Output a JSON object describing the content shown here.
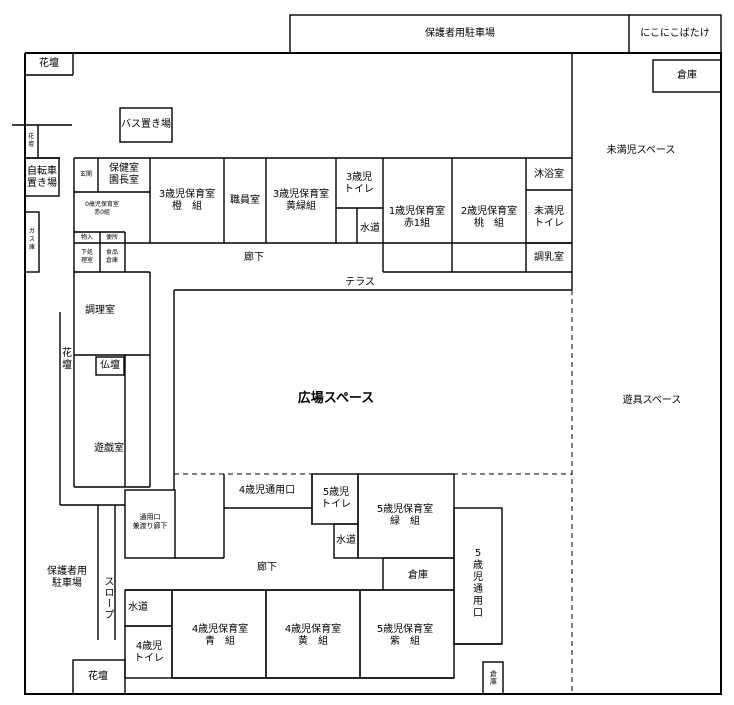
{
  "parking_top": "保護者用駐車場",
  "nursery_name": "にこにこばたけ",
  "rooms": {
    "flower_bed_top": "花壇",
    "storage_top_right": "倉庫",
    "bus_stop": "バス置き場",
    "flower_bed_left_small": "花\n壇",
    "bicycle": "自転車\n置き場",
    "entrance": "玄関",
    "health_room": "保健室\n園長室",
    "room_0": "0歳児保育室\n赤0組",
    "gas": "ガ\nス\n庫",
    "storage_small": "物入",
    "toilet_small": "便所",
    "storage_under": "下処\n理室",
    "food_storage": "食品\n倉庫",
    "room_3_orange": "3歳児保育室\n橙　組",
    "staff_room": "職員室",
    "room_3_green": "3歳児保育室\n黄緑組",
    "toilet_3": "3歳児\nトイレ",
    "water_3": "水道",
    "room_1": "1歳児保育室\n赤1組",
    "room_2": "2歳児保育室\n桃　組",
    "bath": "沐浴室",
    "toilet_under3": "未満児\nトイレ",
    "milk_room": "調乳室",
    "space_under3": "未満児スペース",
    "corridor_top": "廊下",
    "terrace": "テラス",
    "kitchen": "調理室",
    "flower_bed_left": "花\n壇",
    "buddhist_altar": "仏壇",
    "plaza_space": "広場スペース",
    "play_equipment_space": "遊具スペース",
    "play_room": "遊戯室",
    "entrance_4": "4歳児通用口",
    "passage": "通用口\n兼渡り廊下",
    "toilet_5": "5歳児\nトイレ",
    "room_5_green": "5歳児保育室\n緑　組",
    "water_5": "水道",
    "entrance_5": "5\n歳\n児\n通\n用\n口",
    "parking_left": "保護者用\n駐車場",
    "slope": "スロープ",
    "corridor_bottom": "廊下",
    "storage_mid": "倉庫",
    "water_4": "水道",
    "toilet_4": "4歳児\nトイレ",
    "room_4_blue": "4歳児保育室\n青　組",
    "room_4_yellow": "4歳児保育室\n黄　組",
    "room_5_purple": "5歳児保育室\n紫　組",
    "flower_bed_bottom": "花壇",
    "storage_bottom": "倉庫"
  }
}
